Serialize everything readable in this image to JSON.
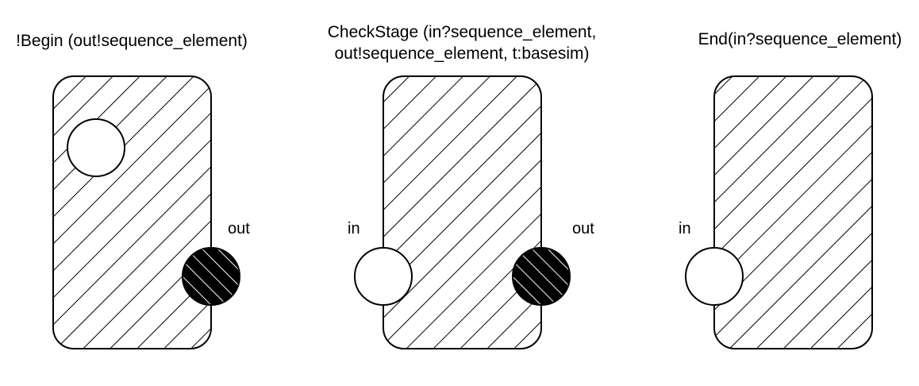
{
  "blocks": [
    {
      "title_lines": [
        "!Begin (out!sequence_element)"
      ],
      "ports": {
        "in": null,
        "out": "out"
      },
      "has_start_circle": true
    },
    {
      "title_lines": [
        "CheckStage (in?sequence_element,",
        "out!sequence_element, t:basesim)"
      ],
      "ports": {
        "in": "in",
        "out": "out"
      },
      "has_start_circle": false
    },
    {
      "title_lines": [
        "End(in?sequence_element)"
      ],
      "ports": {
        "in": "in",
        "out": null
      },
      "has_start_circle": false
    }
  ],
  "colors": {
    "hatch": "#000000",
    "outline": "#000000",
    "input_port_fill": "#ffffff",
    "output_port_fill": "#000000",
    "background": "#ffffff"
  }
}
